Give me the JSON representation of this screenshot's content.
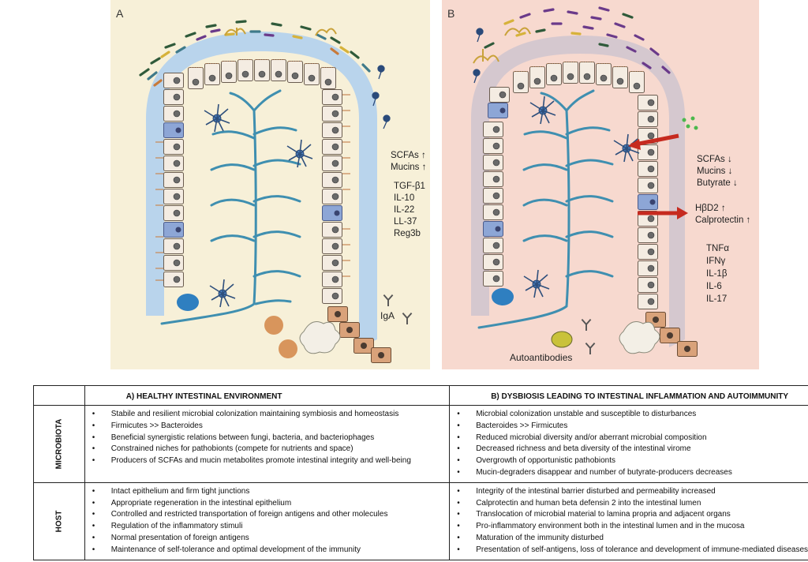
{
  "figure": {
    "panel_a_label": "A",
    "panel_b_label": "B",
    "panel_a_annotations": [
      "SCFAs ↑",
      "Mucins ↑",
      "TGF-β1",
      "IL-10",
      "IL-22",
      "LL-37",
      "Reg3b"
    ],
    "panel_a_iga": "IgA",
    "panel_b_annotations_top": [
      "SCFAs ↓",
      "Mucins ↓",
      "Butyrate ↓"
    ],
    "panel_b_annotations_mid": [
      "HβD2 ↑",
      "Calprotectin ↑"
    ],
    "panel_b_cytokines": [
      "TNFα",
      "IFNγ",
      "IL-1β",
      "IL-6",
      "IL-17"
    ],
    "panel_b_autoantibodies": "Autoantibodies",
    "colors": {
      "panel_a_bg": "#f7f0d8",
      "panel_b_bg": "#f7d9cf",
      "mucus_blue": "#b9d4ec",
      "villus_stem": "#3f8fb0",
      "arrow_red": "#c62a1f"
    }
  },
  "table": {
    "header_a": "A) HEALTHY INTESTINAL ENVIRONMENT",
    "header_b": "B) DYSBIOSIS LEADING TO INTESTINAL INFLAMMATION AND AUTOIMMUNITY",
    "rows": [
      {
        "label": "MICROBIOTA",
        "a": [
          "Stabile and resilient microbial colonization maintaining symbiosis and homeostasis",
          "Firmicutes >> Bacteroides",
          "Beneficial synergistic relations between fungi, bacteria, and bacteriophages",
          "Constrained niches for pathobionts (compete for nutrients and space)",
          "Producers of SCFAs and mucin metabolites promote intestinal integrity and well-being"
        ],
        "b": [
          "Microbial colonization unstable and susceptible to disturbances",
          "Bacteroides >> Firmicutes",
          "Reduced microbial diversity and/or aberrant microbial composition",
          "Decreased richness and beta diversity of the intestinal virome",
          "Overgrowth of opportunistic pathobionts",
          "Mucin-degraders disappear and number of butyrate-producers decreases"
        ]
      },
      {
        "label": "HOST",
        "a": [
          "Intact epithelium and firm tight junctions",
          "Appropriate regeneration in the intestinal epithelium",
          "Controlled and restricted transportation of foreign antigens and other molecules",
          "Regulation of the inflammatory stimuli",
          "Normal presentation of foreign antigens",
          "Maintenance of self-tolerance and optimal development of the immunity"
        ],
        "b": [
          "Integrity of the intestinal barrier disturbed and permeability increased",
          "Calprotectin and human beta defensin 2 into the intestinal lumen",
          "Translocation of microbial material to lamina propria and adjacent organs",
          "Pro-inflammatory environment both in the intestinal lumen and in the mucosa",
          "Maturation of the immunity disturbed",
          "Presentation of self-antigens, loss of tolerance and development of immune-mediated diseases"
        ]
      }
    ]
  }
}
